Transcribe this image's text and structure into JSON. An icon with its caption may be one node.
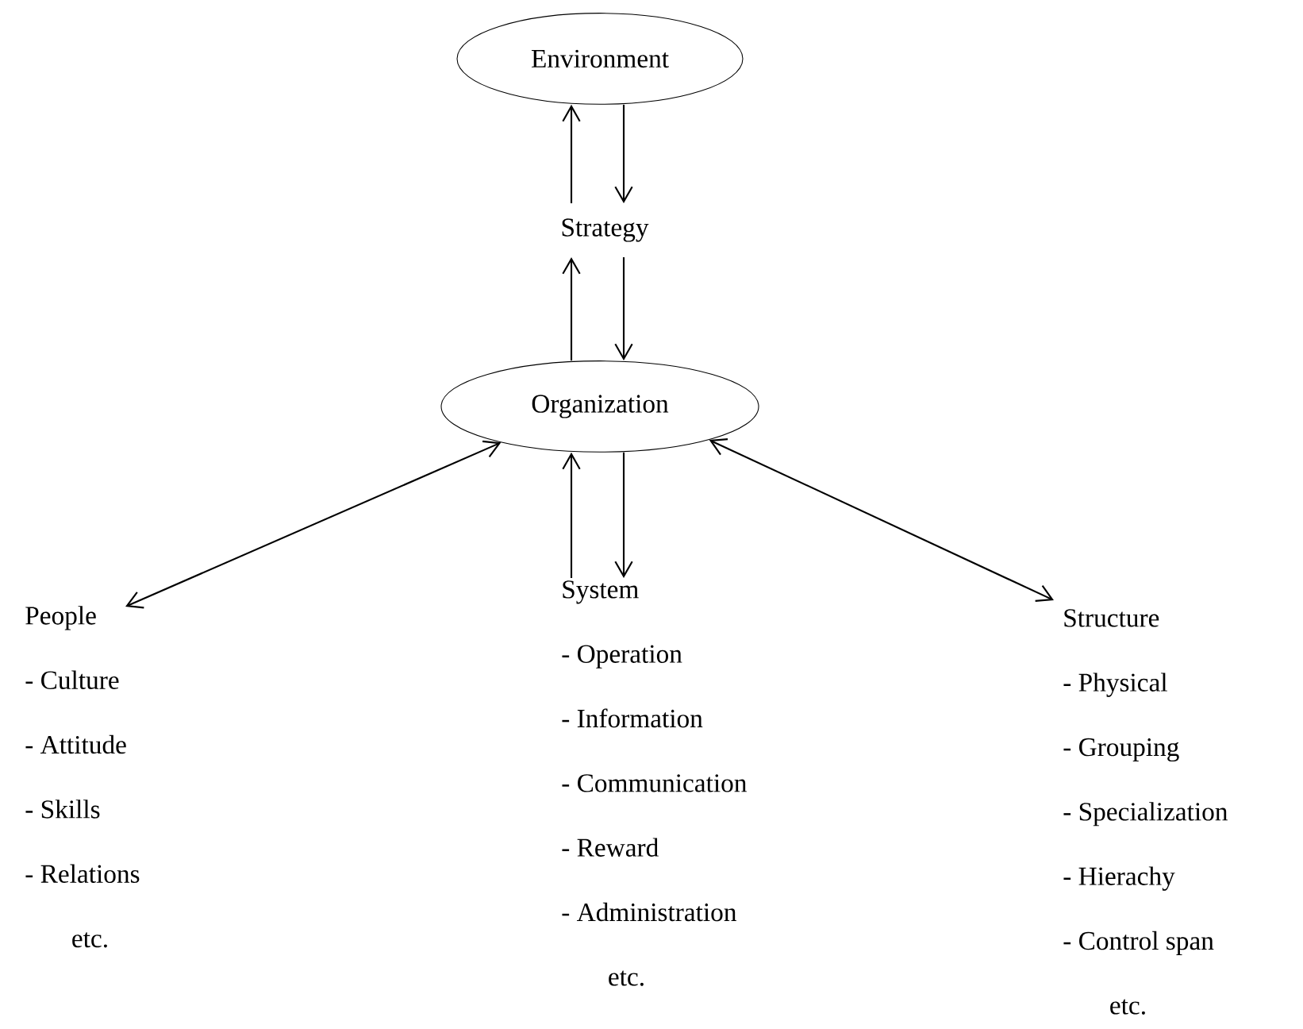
{
  "diagram": {
    "nodes": [
      {
        "text": [
          "Environment"
        ]
      },
      {
        "text": [
          "Strategy"
        ]
      },
      {
        "text": [
          "Organization"
        ]
      },
      {
        "text": [
          "People",
          "- Culture",
          "- Attitude",
          "- Skills",
          "- Relations",
          "etc."
        ]
      },
      {
        "text": [
          "System",
          "- Operation",
          "- Information",
          "- Communication",
          "- Reward",
          "- Administration",
          "etc."
        ]
      },
      {
        "text": [
          "Structure",
          "- Physical",
          "- Grouping",
          "- Specialization",
          "- Hierachy",
          "- Control span",
          "etc."
        ]
      }
    ],
    "edges": [
      {
        "from": 1,
        "to": 0,
        "arrow": "to"
      },
      {
        "from": 0,
        "to": 1,
        "arrow": "to"
      },
      {
        "from": 2,
        "to": 1,
        "arrow": "to"
      },
      {
        "from": 1,
        "to": 2,
        "arrow": "to"
      },
      {
        "from": 2,
        "to": 3,
        "arrow": "both"
      },
      {
        "from": 4,
        "to": 2,
        "arrow": "to"
      },
      {
        "from": 2,
        "to": 4,
        "arrow": "to"
      },
      {
        "from": 2,
        "to": 5,
        "arrow": "both"
      }
    ]
  }
}
